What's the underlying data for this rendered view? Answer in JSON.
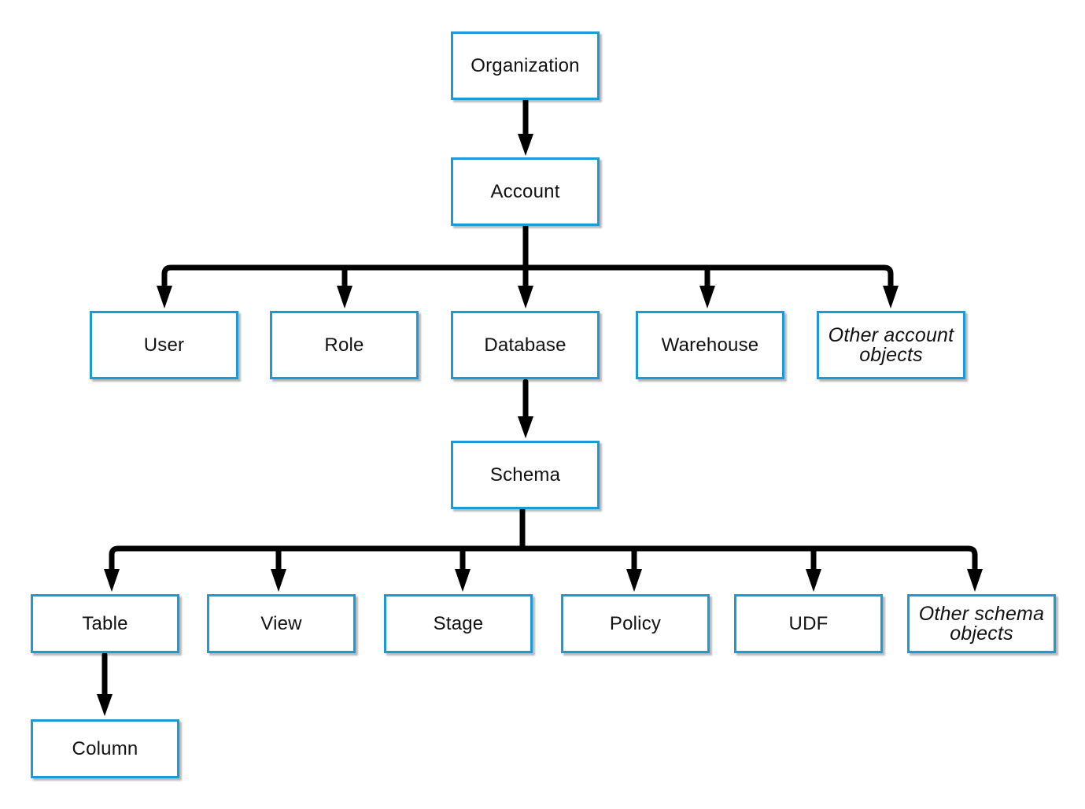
{
  "nodes": {
    "organization": "Organization",
    "account": "Account",
    "user": "User",
    "role": "Role",
    "database": "Database",
    "warehouse": "Warehouse",
    "other_account": "Other account objects",
    "schema": "Schema",
    "table": "Table",
    "view": "View",
    "stage": "Stage",
    "policy": "Policy",
    "udf": "UDF",
    "other_schema": "Other schema objects",
    "column": "Column"
  },
  "edges": [
    {
      "from": "Organization",
      "to": "Account"
    },
    {
      "from": "Account",
      "to": "User"
    },
    {
      "from": "Account",
      "to": "Role"
    },
    {
      "from": "Account",
      "to": "Database"
    },
    {
      "from": "Account",
      "to": "Warehouse"
    },
    {
      "from": "Account",
      "to": "Other account objects"
    },
    {
      "from": "Database",
      "to": "Schema"
    },
    {
      "from": "Schema",
      "to": "Table"
    },
    {
      "from": "Schema",
      "to": "View"
    },
    {
      "from": "Schema",
      "to": "Stage"
    },
    {
      "from": "Schema",
      "to": "Policy"
    },
    {
      "from": "Schema",
      "to": "UDF"
    },
    {
      "from": "Schema",
      "to": "Other schema objects"
    },
    {
      "from": "Table",
      "to": "Column"
    }
  ],
  "colors": {
    "box_border": "#1a9bd7",
    "connector": "#000000"
  }
}
